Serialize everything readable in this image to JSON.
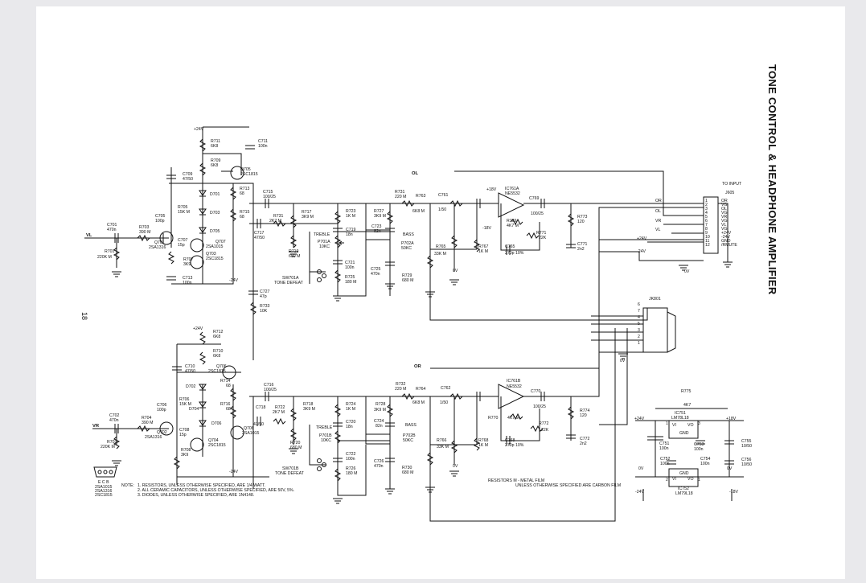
{
  "title": "TONE CONTROL & HEADPHONE AMPLIFIER",
  "page_number": "18",
  "rails": {
    "pos24": "+24V",
    "neg24": "-24V",
    "pos18": "+18V",
    "neg18": "-18V",
    "zero": "0V"
  },
  "ch_upper": {
    "input": "VL",
    "c701": "C701",
    "c701v": "470n",
    "r703": "R703",
    "r703v": "390 M",
    "r701": "R701",
    "r701v": "220K M",
    "c705": "C705",
    "c705v": "100p",
    "q701": "Q701",
    "q701t": "2SA1316",
    "c707": "C707",
    "c707v": "15p",
    "q707": "Q707",
    "q707t": "2SA1015",
    "q703": "Q703",
    "q703t": "2SC1815",
    "r707": "R707",
    "r707v": "3K9",
    "c713": "C713",
    "c713v": "100n",
    "r711": "R711",
    "r711v": "6K8",
    "c711": "C711",
    "c711v": "100n",
    "r709": "R709",
    "r709v": "6K8",
    "q705": "Q705",
    "q705t": "2SC1815",
    "c709": "C709",
    "c709v": "47/50",
    "d701": "D701",
    "d703": "D703",
    "d705": "D705",
    "r705": "R705",
    "r705v": "15K M",
    "r713": "R713",
    "r713v": "68",
    "r715": "R715",
    "r715v": "68",
    "c715": "C715",
    "c715v": "100/25",
    "c717": "C717",
    "c717v": "47/50",
    "r731b": "R731",
    "r731bv": "2K7 M",
    "r717": "R717",
    "r717v": "3K9 M",
    "r719": "R719",
    "r719v": "680 M",
    "r723": "R723",
    "r723v": "1K M",
    "c719": "C719",
    "c719v": "18n",
    "p701a": "P701A",
    "p701av": "10KC",
    "treble": "TREBLE",
    "r727": "R727",
    "r727v": "3K9 M",
    "c723": "C723",
    "c723v": "82n",
    "bass": "BASS",
    "p702a": "P702A",
    "p702av": "50KC",
    "c721": "C721",
    "c721v": "100n",
    "r725": "R725",
    "r725v": "180 M",
    "c725": "C725",
    "c725v": "470n",
    "r729": "R729",
    "r729v": "680 M",
    "sw": "SW701A",
    "swt": "TONE DEFEAT",
    "r731": "R731",
    "r731v": "220 M",
    "r763": "R763",
    "r763v": "6K8 M",
    "c761": "C761",
    "c761v": "1/50",
    "ic": "IC761A",
    "ict": "NE5532",
    "c769": "C769",
    "c769v": "100/25",
    "r769": "R769",
    "r769v": "4K7 M",
    "r771": "R771",
    "r771v": "22K",
    "r765": "R765",
    "r765v": "33K M",
    "r767": "R767",
    "r767v": "1K M",
    "c765": "C765",
    "c765v": "270p 10%",
    "r773": "R773",
    "r773v": "120",
    "c771": "C771",
    "c771v": "2n2",
    "c727": "C727",
    "c727v": "47p",
    "r733": "R733",
    "r733v": "10K",
    "out": "OL"
  },
  "ch_lower": {
    "input": "VR",
    "c702": "C702",
    "c702v": "470n",
    "r704": "R704",
    "r704v": "390 M",
    "r702": "R702",
    "r702v": "220K M",
    "c706": "C706",
    "c706v": "100p",
    "q702": "Q702",
    "q702t": "2SA1316",
    "c708": "C708",
    "c708v": "15p",
    "q704": "Q704",
    "q704t": "2SC1815",
    "q708": "Q708",
    "q708t": "2SA1015",
    "r708": "R708",
    "r708v": "3K9",
    "r712": "R712",
    "r712v": "6K8",
    "r710": "R710",
    "r710v": "6K8",
    "c710": "C710",
    "c710v": "47/50",
    "q706": "Q706",
    "q706t": "2SC1815",
    "d702": "D702",
    "d704": "D704",
    "d706": "D706",
    "r706": "R706",
    "r706v": "15K M",
    "r714": "R714",
    "r714v": "68",
    "r716": "R716",
    "r716v": "68",
    "c716": "C716",
    "c716v": "100/25",
    "c718": "C718",
    "c718v": "47/50",
    "r722": "R722",
    "r722v": "2K7 M",
    "r718": "R718",
    "r718v": "3K9 M",
    "r720": "R720",
    "r720v": "680 M",
    "r724": "R724",
    "r724v": "1K M",
    "c720": "C720",
    "c720v": "18n",
    "p701b": "P701B",
    "p701bv": "10KC",
    "treble": "TREBLE",
    "r728": "R728",
    "r728v": "3K9 M",
    "c724": "C724",
    "c724v": "82n",
    "bass": "BASS",
    "p702b": "P702B",
    "p702bv": "50KC",
    "c722": "C722",
    "c722v": "100n",
    "r726": "R726",
    "r726v": "180 M",
    "c726": "C726",
    "c726v": "470n",
    "r730": "R730",
    "r730v": "680 M",
    "sw": "SW701B",
    "swt": "TONE DEFEAT",
    "r732": "R732",
    "r732v": "220 M",
    "r764": "R764",
    "r764v": "6K8 M",
    "c762": "C762",
    "c762v": "1/50",
    "ic": "IC761B",
    "ict": "NE5532",
    "c770": "C770",
    "c770v": "100/25",
    "r770": "R770",
    "r770v": "4K7 M",
    "r772": "R772",
    "r772v": "22K",
    "r766": "R766",
    "r766v": "33K M",
    "r768": "R768",
    "r768v": "1K M",
    "c768": "C768",
    "c768v": "270p 10%",
    "r774": "R774",
    "r774v": "120",
    "c772": "C772",
    "c772v": "2n2",
    "out": "OR"
  },
  "connector": {
    "label": "TO INPUT",
    "ref": "J605",
    "pins": [
      {
        "n": "1",
        "sig": "OR"
      },
      {
        "n": "2",
        "sig": "VG"
      },
      {
        "n": "3",
        "sig": "OL"
      },
      {
        "n": "4",
        "sig": "VG"
      },
      {
        "n": "5",
        "sig": "VR"
      },
      {
        "n": "6",
        "sig": "VG"
      },
      {
        "n": "7",
        "sig": "VL"
      },
      {
        "n": "8",
        "sig": "VG"
      },
      {
        "n": "9",
        "sig": "+24V"
      },
      {
        "n": "10",
        "sig": "-24V"
      },
      {
        "n": "11",
        "sig": "GND"
      },
      {
        "n": "12",
        "sig": "/RMUTE"
      }
    ],
    "wire_labels": [
      "OR",
      "OL",
      "VR",
      "VL",
      "+24V",
      "-24V"
    ]
  },
  "jack": {
    "ref": "JK801",
    "pins": [
      "6",
      "7",
      "4",
      "5",
      "3",
      "2",
      "1"
    ]
  },
  "regulator": {
    "r775": "R775",
    "r775v": "4K7",
    "ic751": "IC751",
    "ic751t": "LM78L18",
    "ic752": "IC752",
    "ic752t": "LM79L18",
    "vi": "VI",
    "vo": "VO",
    "gnd": "GND",
    "c751": "C751",
    "c751v": "100n",
    "c752": "C752",
    "c752v": "100n",
    "c753": "C753",
    "c753v": "100n",
    "c754": "C754",
    "c754v": "100n",
    "c755": "C755",
    "c755v": "10/50",
    "c756": "C756",
    "c756v": "10/50",
    "pin1": "1",
    "pin2": "2",
    "pin3": "3"
  },
  "legend_pinout": {
    "pins": "E C B",
    "parts": [
      "2SA1015",
      "2SA1316",
      "2SC1815"
    ]
  },
  "notes": {
    "heading": "NOTE:",
    "items": [
      "1. RESISTORS, UNLESS OTHERWISE SPECIFIED, ARE 1/4 WATT.",
      "2. ALL CERAMIC CAPACITORS, UNLESS OTHERWISE SPECIFIED, ARE 50V, 5%.",
      "3. DIODES, UNLESS OTHERWISE SPECIFIED, ARE 1N4148."
    ],
    "resistors_1": "RESISTORS   M - METAL FILM",
    "resistors_2": "UNLESS OTHERWISE SPECIFIED ARE CARBON FILM"
  }
}
